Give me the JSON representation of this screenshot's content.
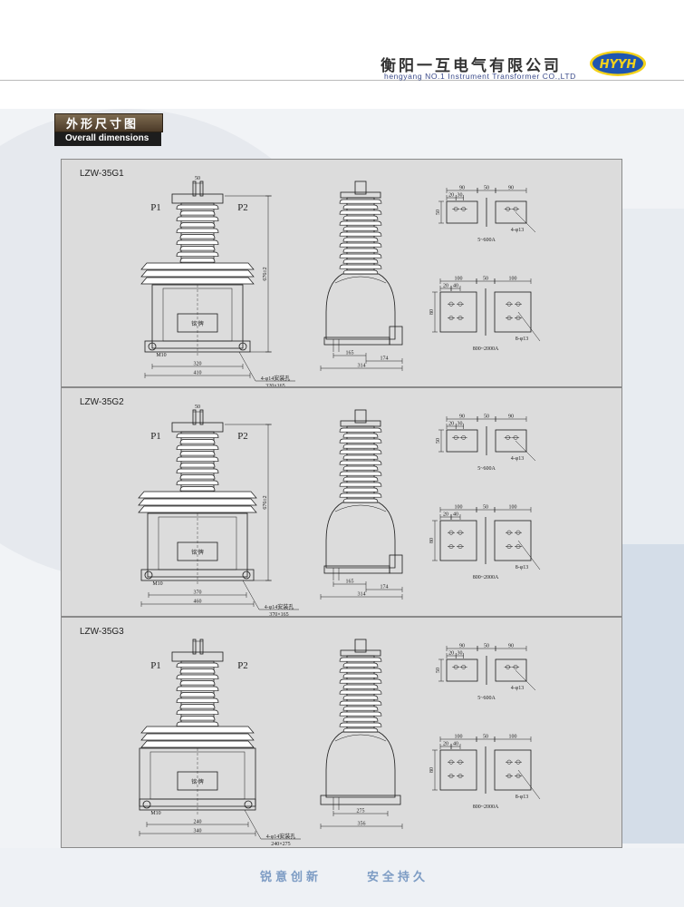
{
  "header": {
    "company_cn": "衡阳一互电气有限公司",
    "company_en": "hengyang NO.1 Instrument Transformer CO.,LTD",
    "logo_text": "HYYH"
  },
  "section": {
    "title_cn": "外形尺寸图",
    "title_en": "Overall dimensions"
  },
  "panels": [
    {
      "model": "LZW-35G1",
      "p1": "P1",
      "p2": "P2",
      "height_dim": "676±2",
      "top_dim": "50",
      "nameplate": "铭 牌",
      "thread": "M10",
      "inner_width": "320",
      "outer_width": "410",
      "mount_note": "4-φ14安装孔",
      "mount_spacing": "320×165",
      "side_dim_a": "165",
      "side_dim_b": "174",
      "side_dim_c": "314",
      "term_a_widths": [
        "90",
        "50",
        "90"
      ],
      "term_a_pitch": "20",
      "term_a_pitch2": "30",
      "term_a_height": "50",
      "term_a_hole": "4-φ13",
      "term_a_range": "5~600A",
      "term_b_widths": [
        "100",
        "50",
        "100"
      ],
      "term_b_pitch": "20",
      "term_b_pitch2": "40",
      "term_b_height": "80",
      "term_b_hole": "8-φ13",
      "term_b_range": "800~2000A"
    },
    {
      "model": "LZW-35G2",
      "p1": "P1",
      "p2": "P2",
      "height_dim": "676±2",
      "top_dim": "50",
      "nameplate": "铭 牌",
      "thread": "M10",
      "inner_width": "370",
      "outer_width": "460",
      "mount_note": "4-φ14安装孔",
      "mount_spacing": "370×165",
      "side_dim_a": "165",
      "side_dim_b": "174",
      "side_dim_c": "314",
      "term_a_widths": [
        "90",
        "50",
        "90"
      ],
      "term_a_pitch": "20",
      "term_a_pitch2": "30",
      "term_a_height": "50",
      "term_a_hole": "4-φ13",
      "term_a_range": "5~600A",
      "term_b_widths": [
        "100",
        "50",
        "100"
      ],
      "term_b_pitch": "20",
      "term_b_pitch2": "40",
      "term_b_height": "80",
      "term_b_hole": "8-φ13",
      "term_b_range": "800~2000A"
    },
    {
      "model": "LZW-35G3",
      "p1": "P1",
      "p2": "P2",
      "height_dim": "",
      "top_dim": "",
      "nameplate": "铭 牌",
      "thread": "M10",
      "inner_width": "240",
      "outer_width": "340",
      "mount_note": "4-φ14安装孔",
      "mount_spacing": "240×275",
      "side_dim_a": "",
      "side_dim_b": "",
      "side_dim_c": "356",
      "side_dim_d": "275",
      "term_a_widths": [
        "90",
        "50",
        "90"
      ],
      "term_a_pitch": "20",
      "term_a_pitch2": "30",
      "term_a_height": "50",
      "term_a_hole": "4-φ13",
      "term_a_range": "5~600A",
      "term_b_widths": [
        "100",
        "50",
        "100"
      ],
      "term_b_pitch": "20",
      "term_b_pitch2": "40",
      "term_b_height": "80",
      "term_b_hole": "8-φ13",
      "term_b_range": "800~2000A"
    }
  ],
  "footer": {
    "slogan_1": "锐意创新",
    "slogan_2": "安全持久"
  },
  "colors": {
    "panel_bg": "#dcdcdc",
    "line": "#1a1a1a",
    "slogan": "#7d9cc4",
    "logo_blue": "#1f56b0",
    "logo_yellow": "#f3d21b"
  }
}
